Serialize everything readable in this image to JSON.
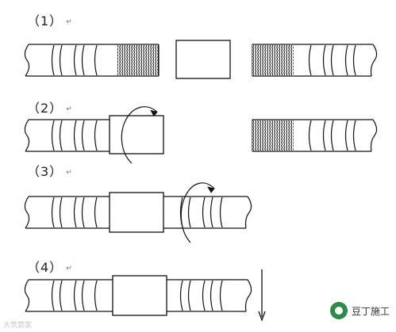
{
  "steps": [
    {
      "label": "（1）",
      "mark": "↵"
    },
    {
      "label": "（2）",
      "mark": "↵"
    },
    {
      "label": "（3）",
      "mark": "↵"
    },
    {
      "label": "（4）",
      "mark": "↵"
    }
  ],
  "watermark": {
    "left": "大筑营家",
    "right": "豆丁施工"
  }
}
